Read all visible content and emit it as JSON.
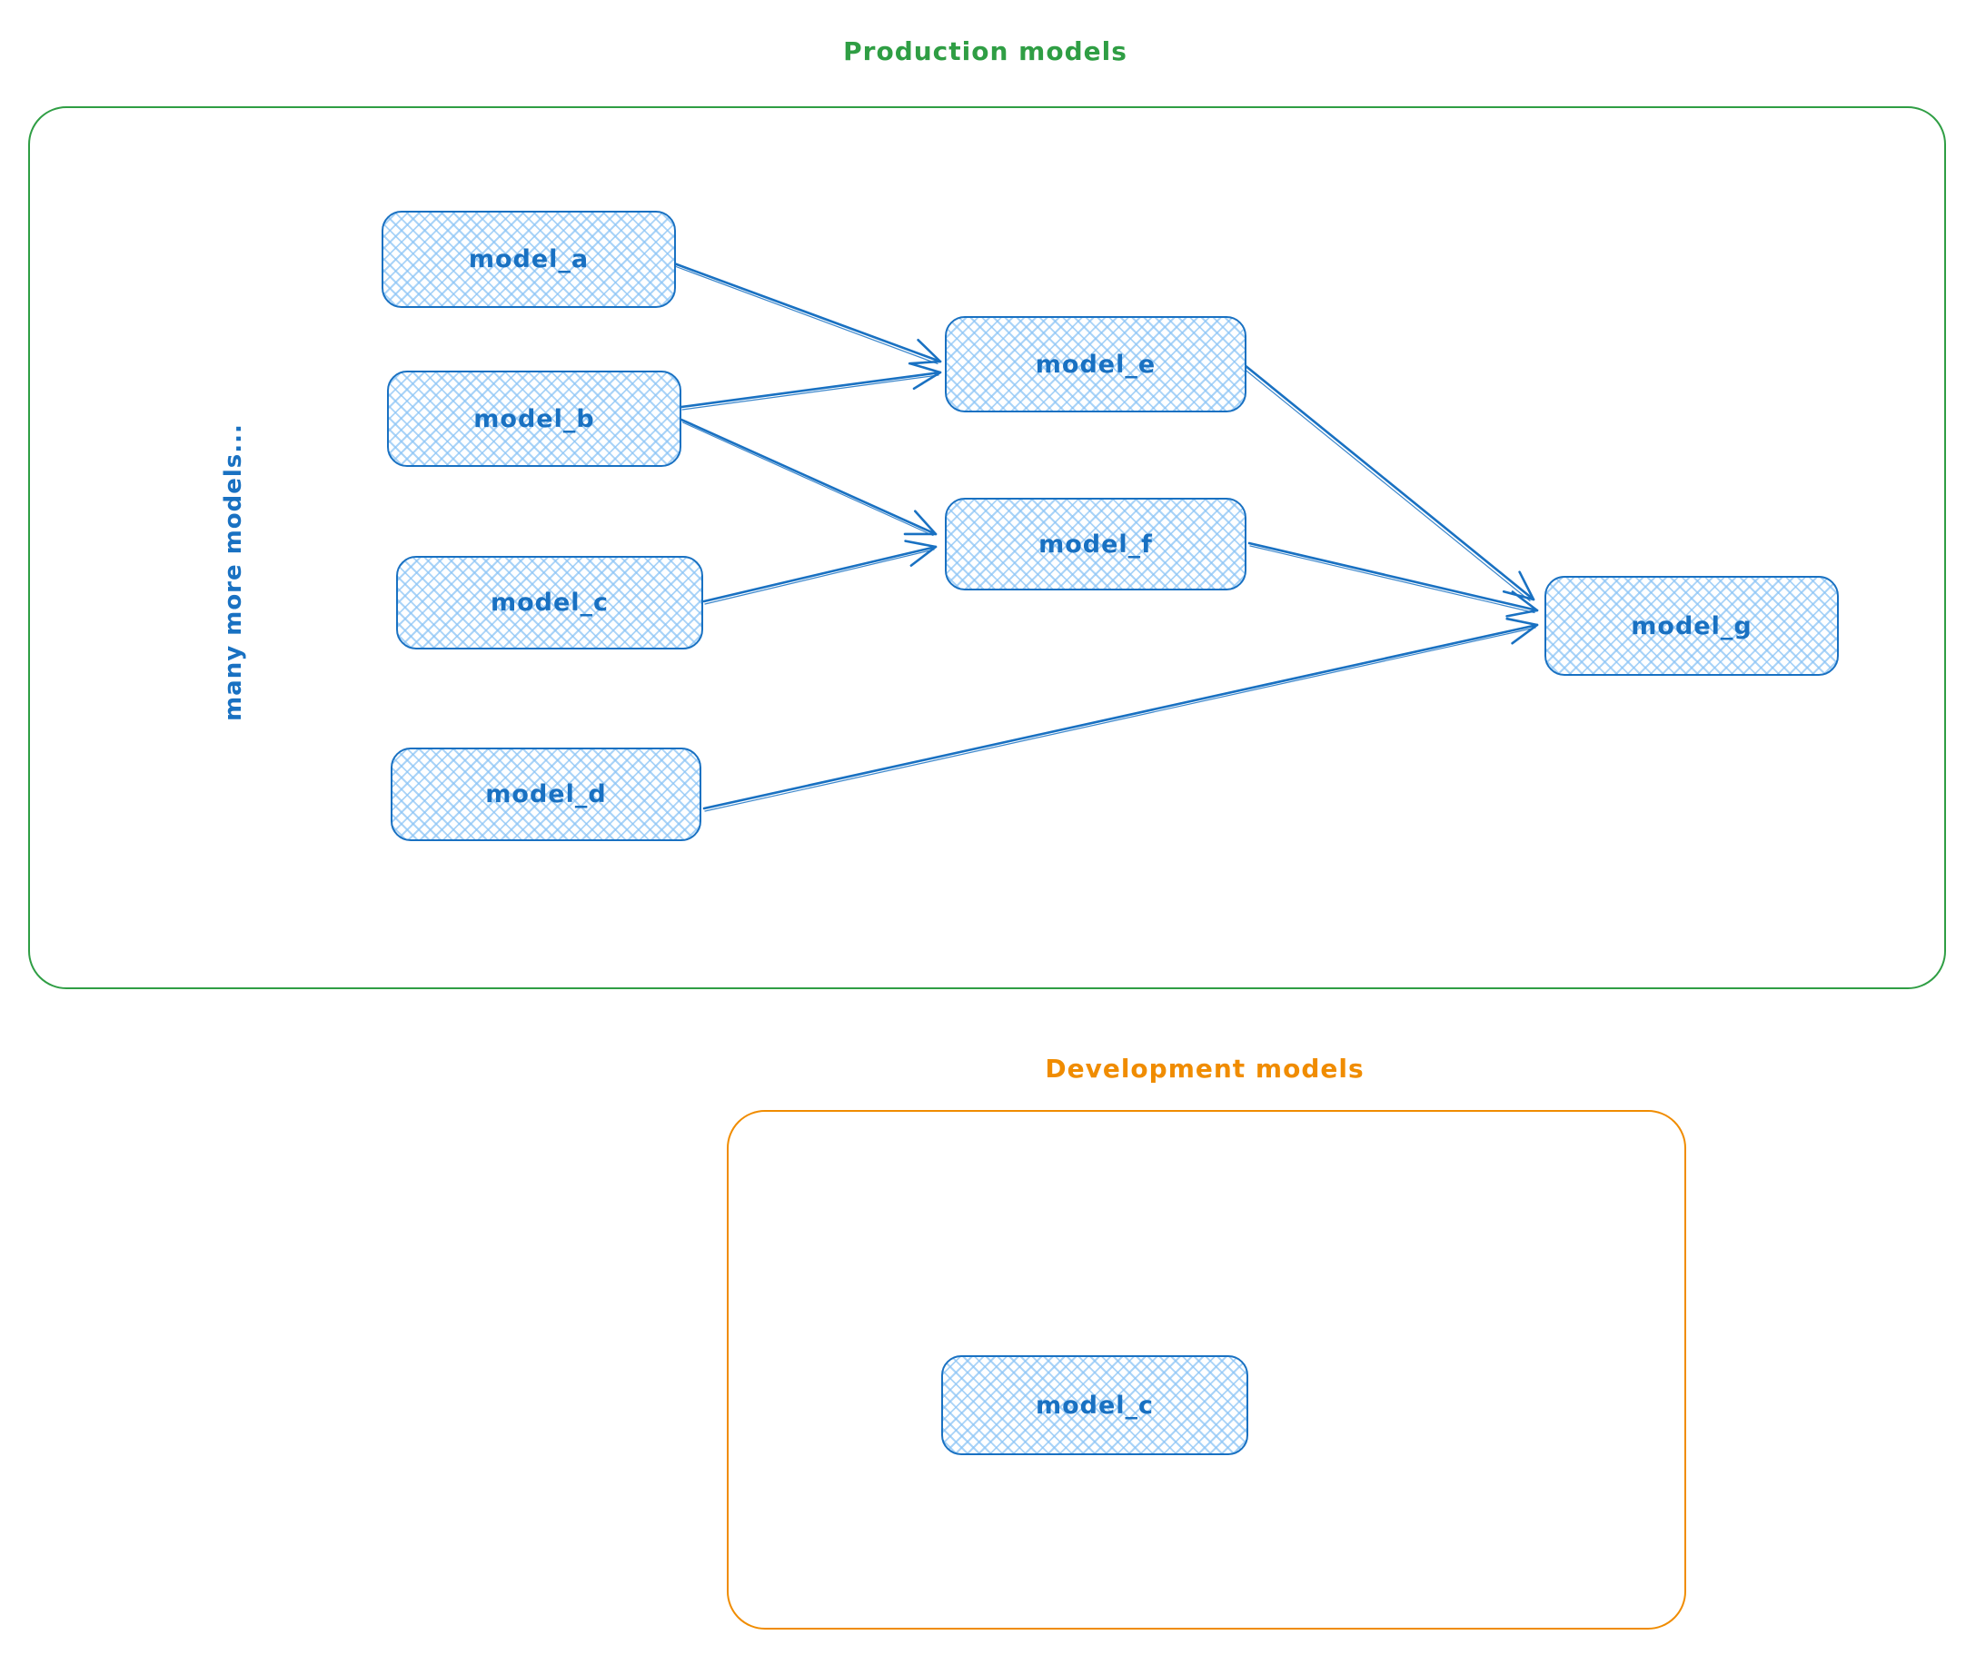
{
  "diagram": {
    "groups": [
      {
        "id": "production",
        "label": "Production models",
        "color": "#2f9e44"
      },
      {
        "id": "development",
        "label": "Development models",
        "color": "#f08c00"
      }
    ],
    "side_note": "many more models...",
    "nodes": [
      {
        "id": "model_a",
        "label": "model_a",
        "group": "production"
      },
      {
        "id": "model_b",
        "label": "model_b",
        "group": "production"
      },
      {
        "id": "model_c",
        "label": "model_c",
        "group": "production"
      },
      {
        "id": "model_d",
        "label": "model_d",
        "group": "production"
      },
      {
        "id": "model_e",
        "label": "model_e",
        "group": "production"
      },
      {
        "id": "model_f",
        "label": "model_f",
        "group": "production"
      },
      {
        "id": "model_g",
        "label": "model_g",
        "group": "production"
      },
      {
        "id": "model_c_dev",
        "label": "model_c",
        "group": "development"
      }
    ],
    "edges": [
      {
        "from": "model_a",
        "to": "model_e"
      },
      {
        "from": "model_b",
        "to": "model_e"
      },
      {
        "from": "model_b",
        "to": "model_f"
      },
      {
        "from": "model_c",
        "to": "model_f"
      },
      {
        "from": "model_e",
        "to": "model_g"
      },
      {
        "from": "model_f",
        "to": "model_g"
      },
      {
        "from": "model_d",
        "to": "model_g"
      }
    ],
    "node_style": {
      "stroke": "#1971c2",
      "fill": "#a5d8ff",
      "text_color": "#1971c2"
    }
  }
}
